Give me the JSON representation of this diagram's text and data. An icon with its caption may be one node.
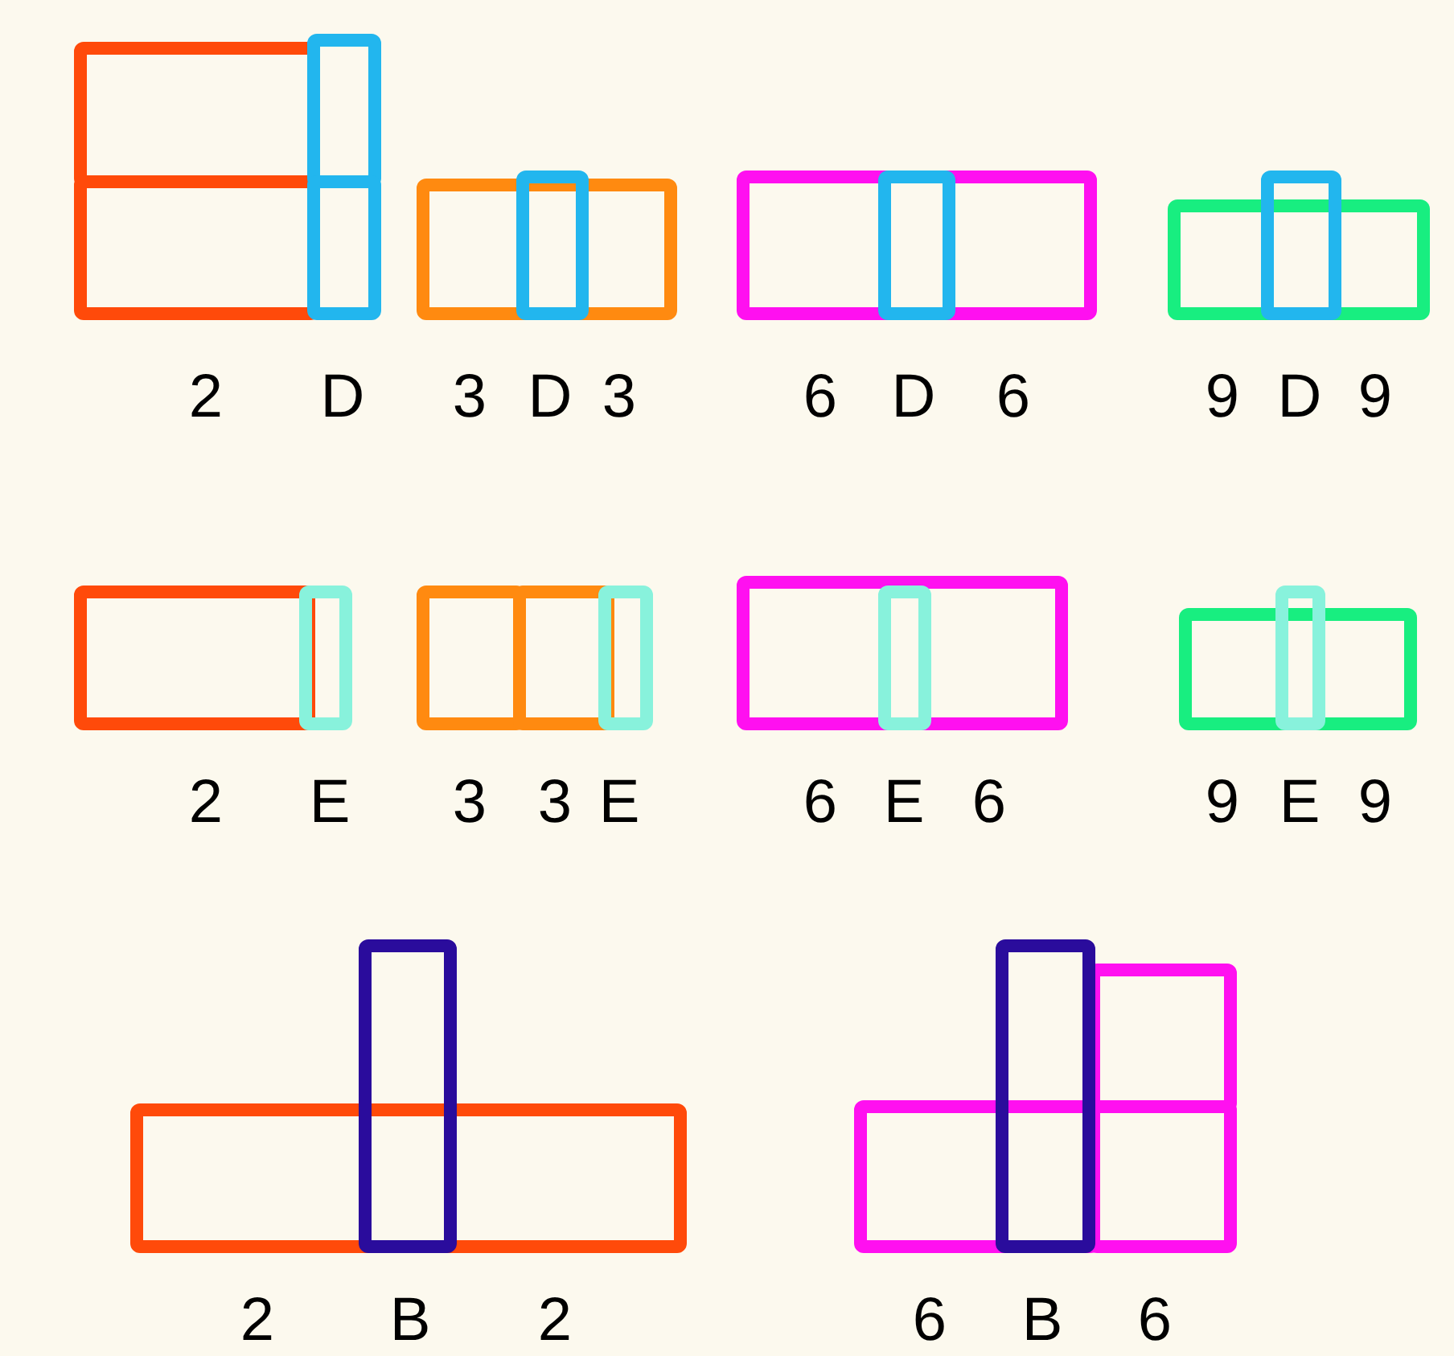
{
  "diagram": {
    "labels": [
      "2",
      "D",
      "3",
      "D",
      "3",
      "6",
      "D",
      "6",
      "9",
      "D",
      "9",
      "2",
      "E",
      "3",
      "3",
      "E",
      "6",
      "E",
      "6",
      "9",
      "E",
      "9",
      "2",
      "B",
      "2",
      "6",
      "B",
      "6"
    ]
  }
}
